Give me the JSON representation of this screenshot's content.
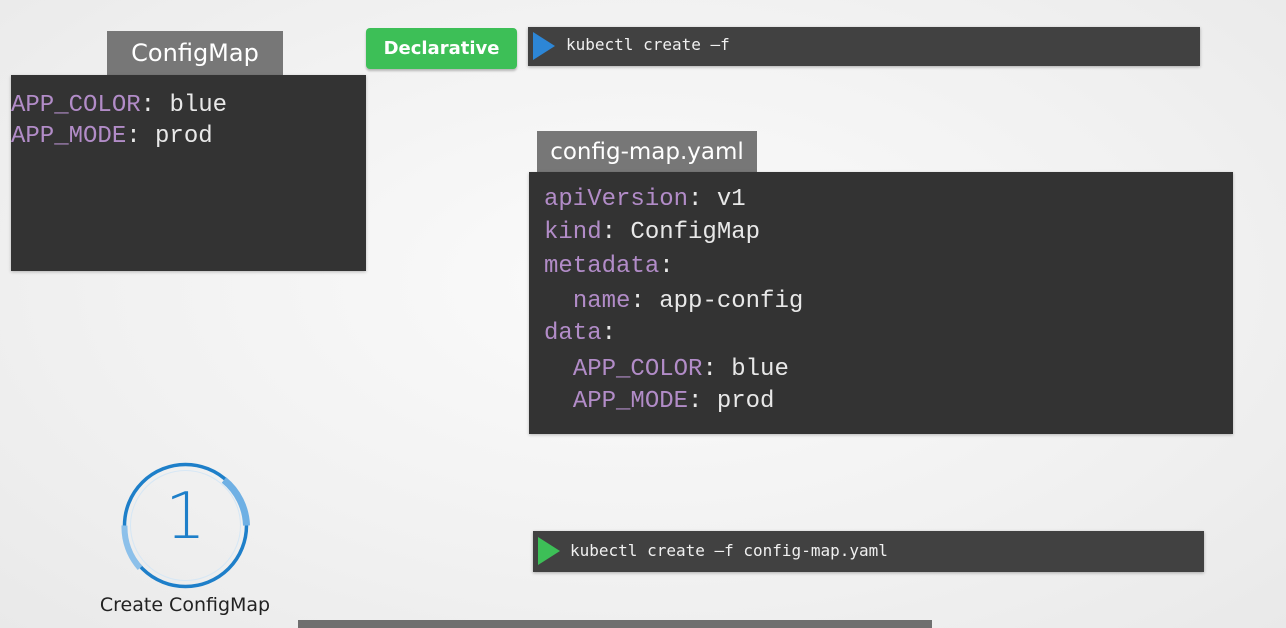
{
  "configmap_card": {
    "title": "ConfigMap",
    "entries": [
      {
        "key": "APP_COLOR",
        "value": "blue"
      },
      {
        "key": "APP_MODE",
        "value": "prod"
      }
    ]
  },
  "badge": {
    "label": "Declarative",
    "color": "#3dbf57"
  },
  "command_top": {
    "text": "kubectl create –f",
    "play_color": "#2d86d6"
  },
  "yaml_card": {
    "filename": "config-map.yaml",
    "lines": [
      {
        "key": "apiVersion",
        "value": "v1"
      },
      {
        "key": "kind",
        "value": "ConfigMap"
      },
      {
        "key": "metadata",
        "value": ""
      },
      {
        "key": "name",
        "value": "app-config"
      },
      {
        "key": "data",
        "value": ""
      },
      {
        "key": "APP_COLOR",
        "value": "blue"
      },
      {
        "key": "APP_MODE",
        "value": "prod"
      }
    ]
  },
  "command_bottom": {
    "text": "kubectl create –f config-map.yaml",
    "play_color": "#3dbf57"
  },
  "step": {
    "number": "1",
    "label": "Create ConfigMap",
    "color": "#1e7fc9"
  }
}
